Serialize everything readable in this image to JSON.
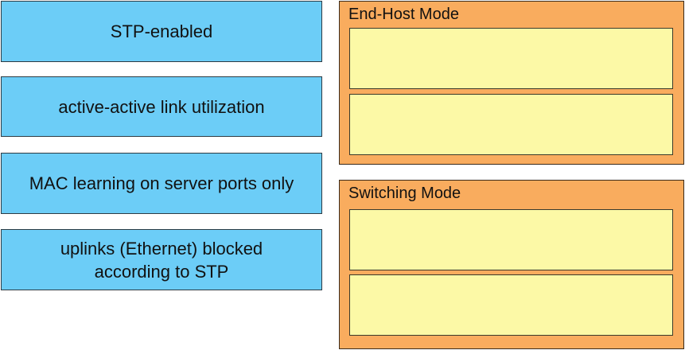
{
  "source_items": [
    {
      "text": "STP-enabled"
    },
    {
      "text": "active-active link utilization"
    },
    {
      "text": "MAC learning on server ports only"
    },
    {
      "text": "uplinks (Ethernet) blocked\naccording to STP"
    }
  ],
  "targets": [
    {
      "title": "End-Host Mode",
      "slots": [
        "",
        ""
      ]
    },
    {
      "title": "Switching Mode",
      "slots": [
        "",
        ""
      ]
    }
  ],
  "colors": {
    "source_fill": "#6ccdf7",
    "target_frame_fill": "#f9ac5e",
    "slot_fill": "#fcf9a6"
  }
}
